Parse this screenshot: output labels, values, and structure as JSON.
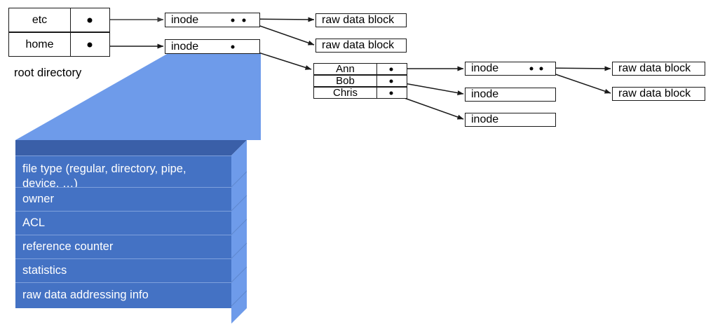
{
  "diagram": {
    "title_caption": "root directory",
    "root_directory": {
      "label": "root directory",
      "entries": [
        {
          "name": "etc",
          "pointer": "dot"
        },
        {
          "name": "home",
          "pointer": "dot"
        }
      ]
    },
    "level1_inodes": [
      {
        "label": "inode",
        "pointers": 2
      },
      {
        "label": "inode",
        "pointers": 1
      }
    ],
    "level1_data_blocks": [
      {
        "label": "raw data block"
      },
      {
        "label": "raw data block"
      }
    ],
    "home_directory": {
      "entries": [
        {
          "name": "Ann",
          "pointer": "dot"
        },
        {
          "name": "Bob",
          "pointer": "dot"
        },
        {
          "name": "Chris",
          "pointer": "dot"
        }
      ]
    },
    "level2_inodes": [
      {
        "label": "inode",
        "pointers": 2
      },
      {
        "label": "inode",
        "pointers": 0
      },
      {
        "label": "inode",
        "pointers": 0
      }
    ],
    "level2_data_blocks": [
      {
        "label": "raw data block"
      },
      {
        "label": "raw data block"
      }
    ],
    "inode_detail_block": {
      "rows": [
        {
          "text": "file type (regular, directory, pipe,",
          "text2": "device, …)"
        },
        {
          "text": "owner"
        },
        {
          "text": "ACL"
        },
        {
          "text": "reference counter"
        },
        {
          "text": "statistics"
        },
        {
          "text": "raw data addressing info"
        }
      ]
    },
    "colors": {
      "block_front": "#4472C4",
      "block_side": "#6E9BEA",
      "block_top": "#3A5FA8",
      "fan": "#6E9BEA",
      "row_divider": "#7EA0DC",
      "outline": "#1a1a1a",
      "text_on_block": "#ffffff",
      "background": "#ffffff"
    }
  }
}
